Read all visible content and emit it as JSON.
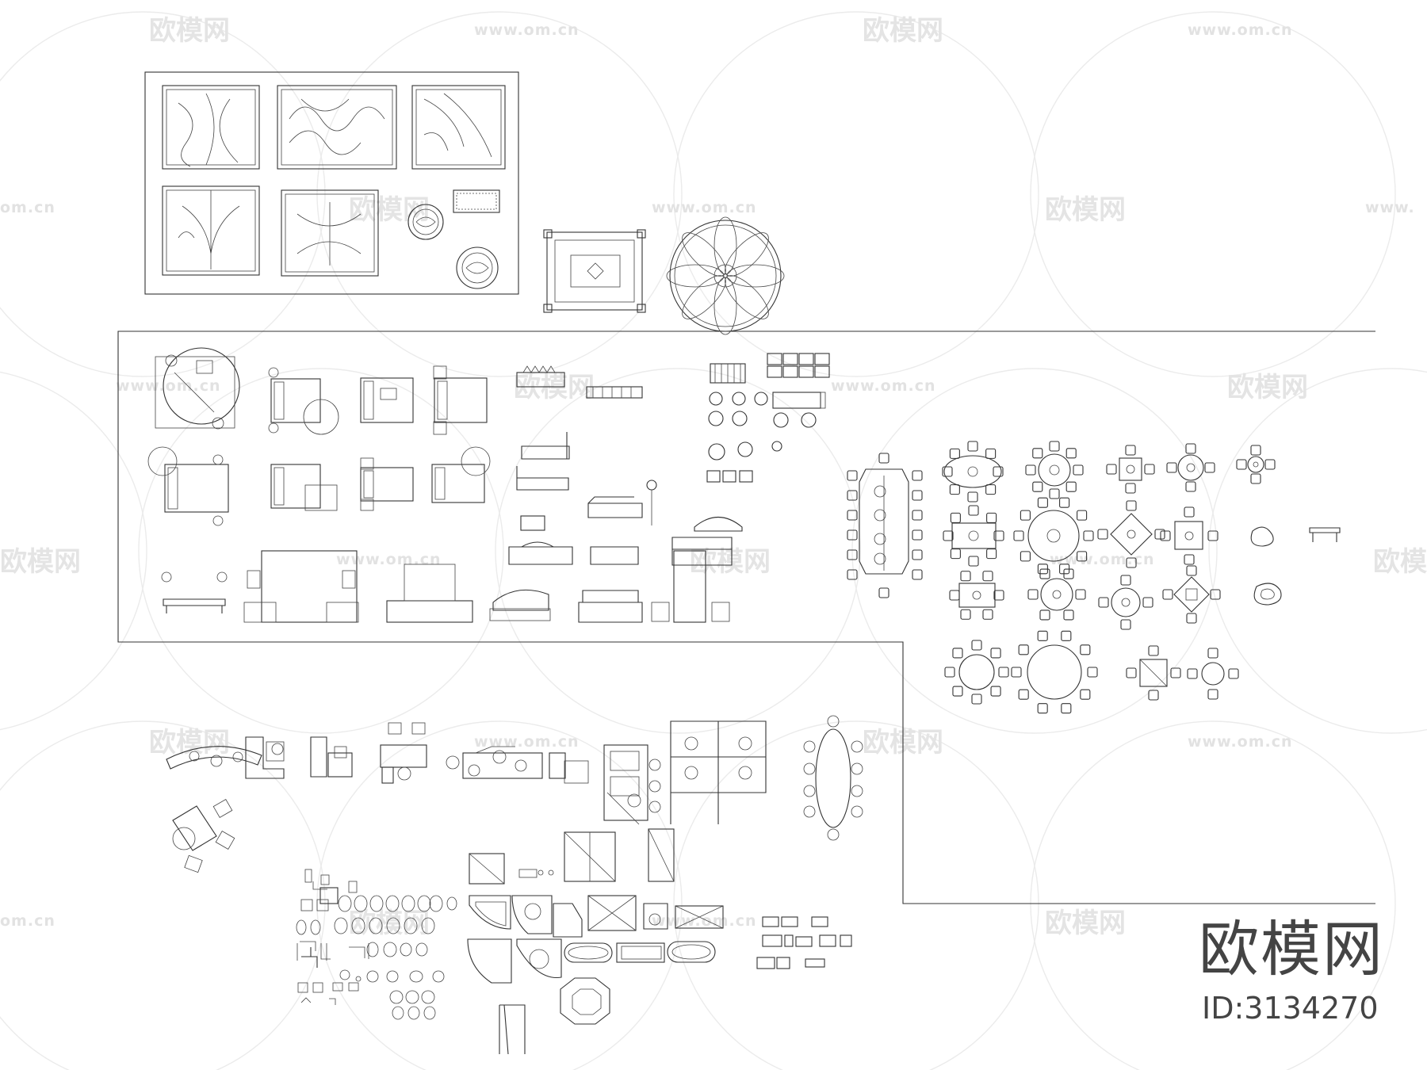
{
  "watermark": {
    "brand_text": "欧模网",
    "url_text": "www.om.cn",
    "url_partial_left": "om.cn",
    "url_partial_right": "www."
  },
  "brand_logo": {
    "name": "欧模网",
    "id_label": "ID:3134270"
  },
  "colors": {
    "background": "#ffffff",
    "linework": "#333333",
    "watermark": "#e4e4e4"
  }
}
